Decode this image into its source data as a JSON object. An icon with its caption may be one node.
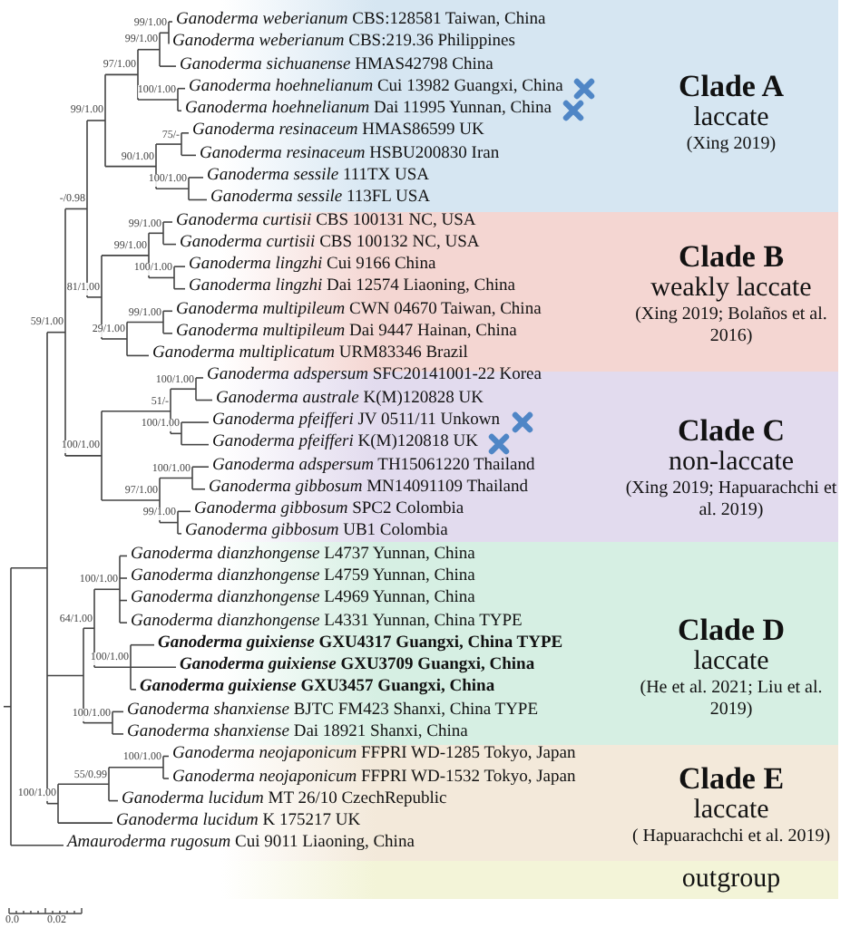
{
  "diagram": {
    "nodes": [
      {
        "text": [
          "Clade A",
          "laccate",
          "(Xing 2019)"
        ]
      },
      {
        "text": [
          "Clade B",
          "weakly laccate",
          "(Xing 2019; Bolaños et al. 2016)"
        ]
      },
      {
        "text": [
          "Clade C",
          "non-laccate",
          "(Xing 2019; Hapuarachchi et al. 2019)"
        ]
      },
      {
        "text": [
          "Clade D",
          "laccate",
          "(He et al. 2021; Liu et al. 2019)"
        ]
      },
      {
        "text": [
          "Clade E",
          "laccate",
          "( Hapuarachchi et al. 2019)"
        ]
      },
      {
        "text": [
          "outgroup"
        ]
      }
    ],
    "labels": [
      "*Ganoderma weberianum* CBS:128581 Taiwan, China",
      "*Ganoderma weberianum* CBS:219.36 Philippines",
      "*Ganoderma sichuanense* HMAS42798 China",
      "*Ganoderma hoehnelianum* Cui 13982 Guangxi, China",
      "*Ganoderma hoehnelianum* Dai 11995 Yunnan, China",
      "*Ganoderma resinaceum* HMAS86599 UK",
      "*Ganoderma resinaceum* HSBU200830 Iran",
      "*Ganoderma sessile* 111TX USA",
      "*Ganoderma sessile* 113FL USA",
      "*Ganoderma curtisii* CBS 100131 NC, USA",
      "*Ganoderma curtisii* CBS 100132 NC, USA",
      "*Ganoderma lingzhi* Cui 9166 China",
      "*Ganoderma lingzhi* Dai 12574 Liaoning, China",
      "*Ganoderma multipileum* CWN 04670 Taiwan, China",
      "*Ganoderma multipileum* Dai 9447 Hainan, China",
      "*Ganoderma multiplicatum* URM83346 Brazil",
      "*Ganoderma adspersum* SFC20141001-22 Korea",
      "*Ganoderma australe* K(M)120828 UK",
      "*Ganoderma pfeifferi* JV 0511/11 Unkown",
      "*Ganoderma pfeifferi* K(M)120818 UK",
      "*Ganoderma adspersum* TH15061220 Thailand",
      "*Ganoderma gibbosum* MN14091109 Thailand",
      "*Ganoderma gibbosum* SPC2 Colombia",
      "*Ganoderma gibbosum* UB1 Colombia",
      "*Ganoderma dianzhongense* L4737 Yunnan, China",
      "*Ganoderma dianzhongense* L4759 Yunnan, China",
      "*Ganoderma dianzhongense* L4969 Yunnan, China",
      "*Ganoderma dianzhongense* L4331 Yunnan, China TYPE",
      "*Ganoderma guixiense* GXU4317 Guangxi, China TYPE",
      "*Ganoderma guixiense* GXU3709 Guangxi, China",
      "*Ganoderma guixiense* GXU3457 Guangxi, China",
      "*Ganoderma shanxiense* BJTC FM423 Shanxi, China TYPE",
      "*Ganoderma shanxiense* Dai 18921 Shanxi, China",
      "*Ganoderma neojaponicum* FFPRI WD-1285 Tokyo, Japan",
      "*Ganoderma neojaponicum* FFPRI WD-1532 Tokyo, Japan",
      "*Ganoderma lucidum* MT 26/10 CzechRepublic",
      "*Ganoderma lucidum* K 175217 UK",
      "*Amauroderma rugosum* Cui 9011 Liaoning, China",
      "99/1.00",
      "99/1.00",
      "97/1.00",
      "100/1.00",
      "99/1.00",
      "75/-",
      "90/1.00",
      "100/1.00",
      "99/1.00",
      "99/1.00",
      "100/1.00",
      "81/1.00",
      "99/1.00",
      "-/0.98",
      "29/1.00",
      "100/1.00",
      "51/-",
      "100/1.00",
      "100/1.00",
      "100/1.00",
      "97/1.00",
      "59/1.00",
      "99/1.00",
      "100/1.00",
      "64/1.00",
      "100/1.00",
      "100/1.00",
      "100/1.00",
      "55/0.99",
      "100/1.00",
      "0.0",
      "0.02"
    ]
  }
}
